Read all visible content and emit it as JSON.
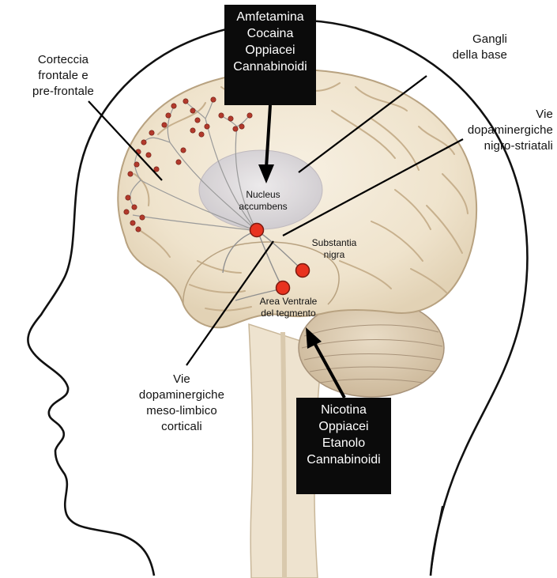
{
  "labels": {
    "cortex": [
      "Corteccia",
      "frontale e",
      "pre-frontale"
    ],
    "ganglia": [
      "Gangli",
      "della base"
    ],
    "nigrostriatal": [
      "Vie",
      "dopaminergiche",
      "nigro-striatali"
    ],
    "mesolimbic": [
      "Vie",
      "dopaminergiche",
      "meso-limbico",
      "corticali"
    ],
    "nucleus_accumbens": [
      "Nucleus",
      "accumbens"
    ],
    "substantia_nigra": [
      "Substantia",
      "nigra"
    ],
    "vta": [
      "Area Ventrale",
      "del tegmento"
    ]
  },
  "boxes": {
    "top": [
      "Amfetamina",
      "Cocaina",
      "Oppiacei",
      "Cannabinoidi"
    ],
    "bottom": [
      "Nicotina",
      "Oppiacei",
      "Etanolo",
      "Cannabinoidi"
    ]
  },
  "colors": {
    "nucleus_dot": "#e8321f",
    "neuron_dot": "#b23a2c",
    "brain": "#f3e9d6",
    "box": "#0b0b0b"
  }
}
